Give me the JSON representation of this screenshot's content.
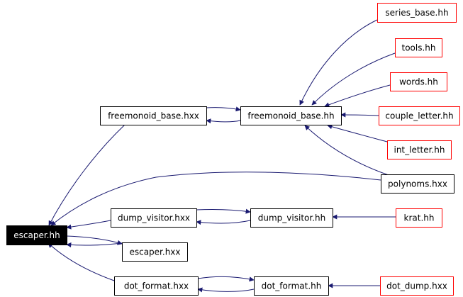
{
  "graph": {
    "colors": {
      "edge": "#191970",
      "box_default": "#000000",
      "box_external": "#ff0000",
      "root_fill": "#000000",
      "root_text": "#ffffff"
    },
    "nodes": [
      {
        "id": "escaper_hh",
        "label": "escaper.hh",
        "style": "root"
      },
      {
        "id": "freemonoid_base_hxx",
        "label": "freemonoid_base.hxx",
        "style": "black"
      },
      {
        "id": "freemonoid_base_hh",
        "label": "freemonoid_base.hh",
        "style": "black"
      },
      {
        "id": "series_base_hh",
        "label": "series_base.hh",
        "style": "red"
      },
      {
        "id": "tools_hh",
        "label": "tools.hh",
        "style": "red"
      },
      {
        "id": "words_hh",
        "label": "words.hh",
        "style": "red"
      },
      {
        "id": "couple_letter_hh",
        "label": "couple_letter.hh",
        "style": "red"
      },
      {
        "id": "int_letter_hh",
        "label": "int_letter.hh",
        "style": "red"
      },
      {
        "id": "polynoms_hxx",
        "label": "polynoms.hxx",
        "style": "black"
      },
      {
        "id": "dump_visitor_hxx",
        "label": "dump_visitor.hxx",
        "style": "black"
      },
      {
        "id": "dump_visitor_hh",
        "label": "dump_visitor.hh",
        "style": "black"
      },
      {
        "id": "krat_hh",
        "label": "krat.hh",
        "style": "red"
      },
      {
        "id": "escaper_hxx",
        "label": "escaper.hxx",
        "style": "black"
      },
      {
        "id": "dot_format_hxx",
        "label": "dot_format.hxx",
        "style": "black"
      },
      {
        "id": "dot_format_hh",
        "label": "dot_format.hh",
        "style": "black"
      },
      {
        "id": "dot_dump_hxx",
        "label": "dot_dump.hxx",
        "style": "red"
      }
    ],
    "edges": [
      {
        "from": "freemonoid_base_hxx",
        "to": "escaper_hh"
      },
      {
        "from": "polynoms_hxx",
        "to": "escaper_hh"
      },
      {
        "from": "dump_visitor_hxx",
        "to": "escaper_hh"
      },
      {
        "from": "escaper_hxx",
        "to": "escaper_hh"
      },
      {
        "from": "dot_format_hxx",
        "to": "escaper_hh"
      },
      {
        "from": "freemonoid_base_hh",
        "to": "freemonoid_base_hxx"
      },
      {
        "from": "freemonoid_base_hxx",
        "to": "freemonoid_base_hh"
      },
      {
        "from": "series_base_hh",
        "to": "freemonoid_base_hh"
      },
      {
        "from": "tools_hh",
        "to": "freemonoid_base_hh"
      },
      {
        "from": "words_hh",
        "to": "freemonoid_base_hh"
      },
      {
        "from": "couple_letter_hh",
        "to": "freemonoid_base_hh"
      },
      {
        "from": "int_letter_hh",
        "to": "freemonoid_base_hh"
      },
      {
        "from": "polynoms_hxx",
        "to": "freemonoid_base_hh"
      },
      {
        "from": "dump_visitor_hh",
        "to": "dump_visitor_hxx"
      },
      {
        "from": "dump_visitor_hxx",
        "to": "dump_visitor_hh"
      },
      {
        "from": "krat_hh",
        "to": "dump_visitor_hh"
      },
      {
        "from": "escaper_hh",
        "to": "escaper_hxx"
      },
      {
        "from": "dot_format_hh",
        "to": "dot_format_hxx"
      },
      {
        "from": "dot_format_hxx",
        "to": "dot_format_hh"
      },
      {
        "from": "dot_dump_hxx",
        "to": "dot_format_hh"
      }
    ]
  }
}
